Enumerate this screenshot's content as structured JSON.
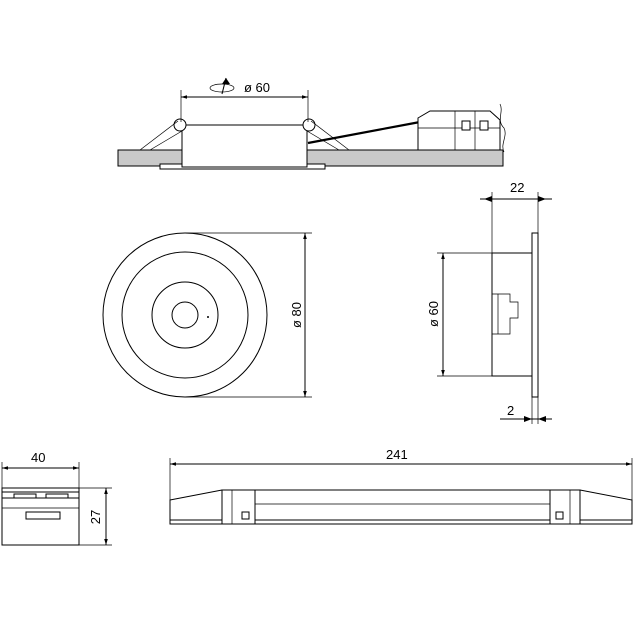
{
  "side_view": {
    "cutout_dimension": "ø 60"
  },
  "front_view": {
    "diameter_dimension": "ø 80"
  },
  "profile_view": {
    "depth_dimension": "22",
    "diameter_dimension": "ø 60",
    "flange_dimension": "2"
  },
  "driver_end_view": {
    "width_dimension": "40",
    "height_dimension": "27"
  },
  "driver_side_view": {
    "length_dimension": "241"
  }
}
